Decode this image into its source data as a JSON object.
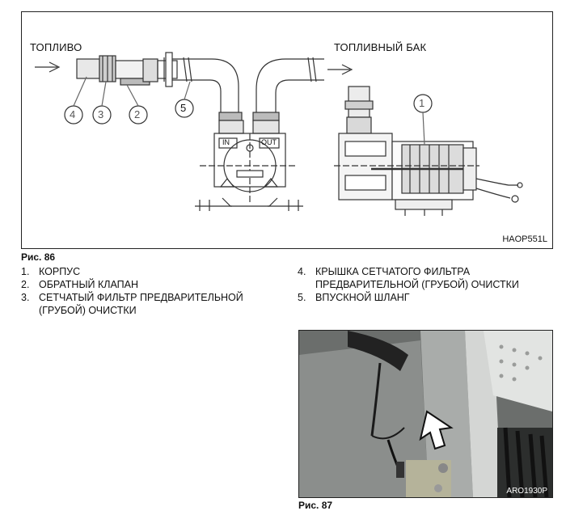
{
  "figure86": {
    "label_fuel": "ТОПЛИВО",
    "label_tank": "ТОПЛИВНЫЙ БАК",
    "callouts": [
      "4",
      "3",
      "2",
      "5",
      "1"
    ],
    "port_in": "IN",
    "port_out": "OUT",
    "code": "HAOP551L",
    "caption": "Рис. 86"
  },
  "legend": {
    "left": [
      {
        "num": "1.",
        "text": "КОРПУС"
      },
      {
        "num": "2.",
        "text": "ОБРАТНЫЙ КЛАПАН"
      },
      {
        "num": "3.",
        "text": "СЕТЧАТЫЙ ФИЛЬТР ПРЕДВАРИТЕЛЬНОЙ (ГРУБОЙ) ОЧИСТКИ"
      }
    ],
    "right": [
      {
        "num": "4.",
        "text": "КРЫШКА СЕТЧАТОГО ФИЛЬТРА ПРЕДВАРИТЕЛЬНОЙ (ГРУБОЙ) ОЧИСТКИ"
      },
      {
        "num": "5.",
        "text": "ВПУСКНОЙ ШЛАНГ"
      }
    ]
  },
  "figure87": {
    "code": "ARO1930P",
    "caption": "Рис. 87"
  }
}
